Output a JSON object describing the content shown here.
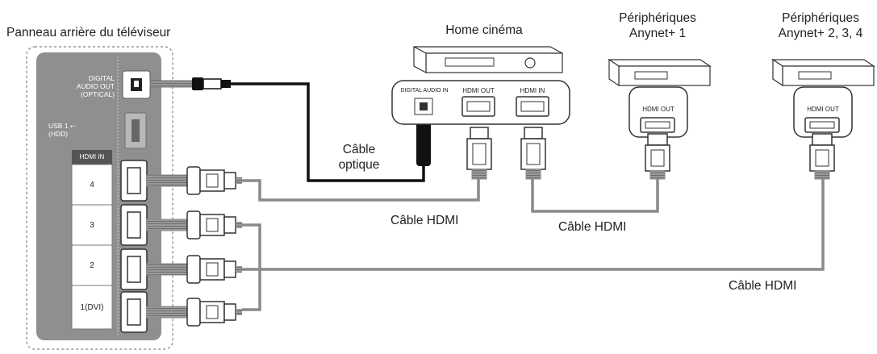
{
  "tv_panel": {
    "title": "Panneau arrière du téléviseur",
    "digital_audio_out": [
      "DIGITAL",
      "AUDIO OUT",
      "(OPTICAL)"
    ],
    "usb": [
      "USB 1 ⭠",
      "(HDD)"
    ],
    "hdmi_in_header": "HDMI IN",
    "hdmi_ports": [
      "4",
      "3",
      "2",
      "1(DVI)"
    ]
  },
  "home_cinema": {
    "title": "Home cinéma",
    "digital_audio_in": "DIGITAL AUDIO IN",
    "hdmi_out": "HDMI OUT",
    "hdmi_in": "HDMI IN"
  },
  "anynet1": {
    "title_line1": "Périphériques",
    "title_line2": "Anynet+ 1",
    "hdmi_out": "HDMI OUT"
  },
  "anynet234": {
    "title_line1": "Périphériques",
    "title_line2": "Anynet+ 2, 3, 4",
    "hdmi_out": "HDMI OUT"
  },
  "cables": {
    "optical_line1": "Câble",
    "optical_line2": "optique",
    "hdmi_a": "Câble HDMI",
    "hdmi_b": "Câble HDMI",
    "hdmi_c": "Câble HDMI"
  },
  "colors": {
    "panel_gray": "#8f8f8f",
    "cable_gray": "#8a8a8a",
    "optical_black": "#111111"
  }
}
